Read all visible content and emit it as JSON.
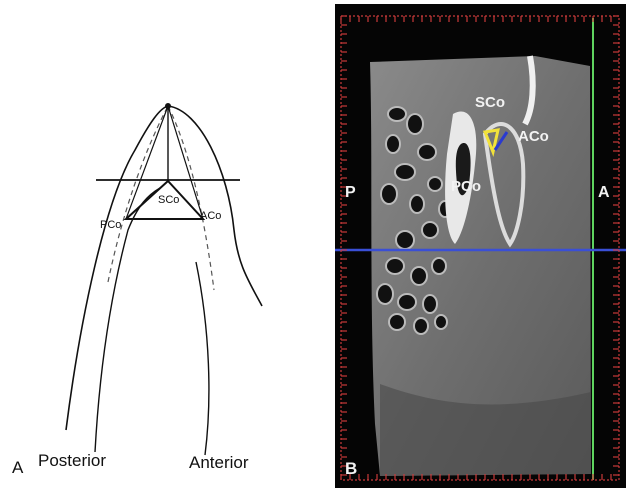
{
  "panel_a": {
    "letter": "A",
    "labels": {
      "sco": "SCo",
      "pco": "PCo",
      "aco": "ACo",
      "posterior": "Posterior",
      "anterior": "Anterior"
    }
  },
  "panel_b": {
    "letter": "B",
    "labels": {
      "sco": "SCo",
      "aco": "ACo",
      "pco": "PCo",
      "p": "P",
      "a": "A"
    }
  },
  "colors": {
    "frame_ruler": "#c93a3a",
    "green_line": "#5fd35f",
    "blue_line": "#3a4fd6",
    "marker_yellow": "#f2e23a",
    "marker_blue": "#2a3ad0"
  }
}
